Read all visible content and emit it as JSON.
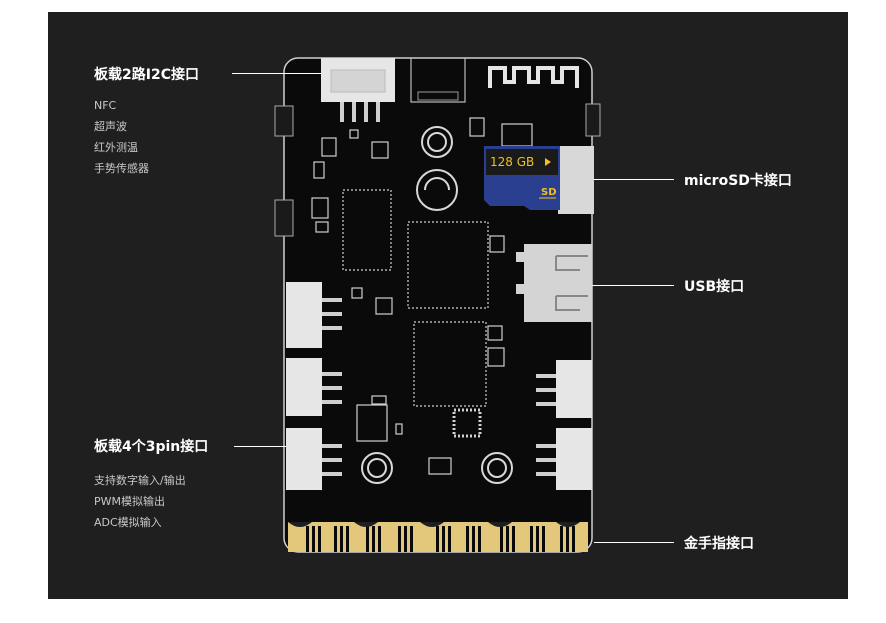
{
  "labels": {
    "i2c_title": "板载2路I2C接口",
    "i2c_items": [
      "NFC",
      "超声波",
      "红外测温",
      "手势传感器"
    ],
    "pin_title": "板载4个3pin接口",
    "pin_items": [
      "支持数字输入/输出",
      "PWM模拟输出",
      "ADC模拟输入"
    ],
    "microsd": "microSD卡接口",
    "usb": "USB接口",
    "goldfinger": "金手指接口"
  },
  "sdcard": {
    "capacity": "128 GB",
    "badge": "SD"
  },
  "colors": {
    "background": "#1f1f1f",
    "board": "#0a0a0a",
    "connector": "#e6e6e6",
    "gold": "#e3c77a",
    "sd_blue": "#2a3f8f",
    "sd_yellow": "#f0c020"
  }
}
